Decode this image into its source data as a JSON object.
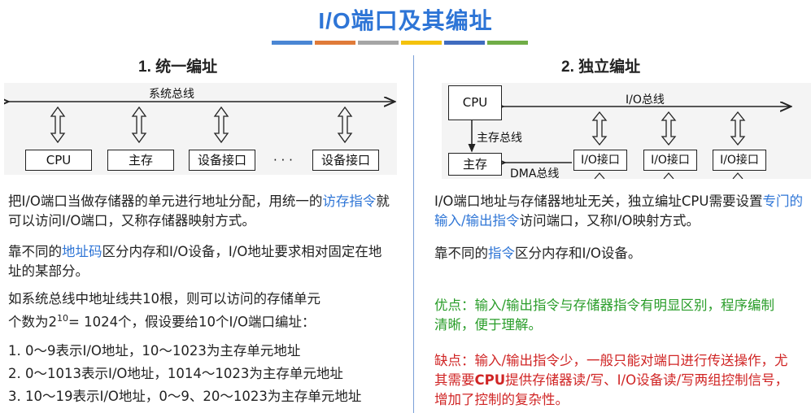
{
  "title": "I/O端口及其编址",
  "accent_colors": [
    "#4a86d4",
    "#e07b39",
    "#a5a5a5",
    "#f4c20d",
    "#3f6bbf",
    "#70ad47"
  ],
  "left": {
    "heading": "1. 统一编址",
    "diagram": {
      "bus_label": "系统总线",
      "boxes": [
        "CPU",
        "主存",
        "设备接口",
        "设备接口"
      ],
      "ellipsis": "· · ·"
    },
    "p1": {
      "a": "把I/O端口当做存储器的单元进行地址分配，用统一的",
      "b": "访存指令",
      "c": "就可以访问I/O端口，又称存储器映射方式。"
    },
    "p2": {
      "a": "靠不同的",
      "b": "地址码",
      "c": "区分内存和I/O设备，I/O地址要求相对固定在地址的某部分。"
    },
    "p3": {
      "line1": "如系统总线中地址线共10根，则可以访问的存储单元",
      "line2a": "个数为2",
      "sup": "10",
      "line2b": "= 1024个，假设要给10个I/O端口编址："
    },
    "items": [
      "1. 0～9表示I/O地址，10～1023为主存单元地址",
      "2. 0～1013表示I/O地址，1014～1023为主存单元地址",
      "3. 10～19表示I/O地址，0～9、20～1023为主存单元地址"
    ]
  },
  "right": {
    "heading": "2. 独立编址",
    "diagram": {
      "cpu": "CPU",
      "mem": "主存",
      "io_bus": "I/O总线",
      "mem_bus": "主存总线",
      "dma_bus": "DMA总线",
      "ports": [
        "I/O接口",
        "I/O接口",
        "I/O接口"
      ]
    },
    "p1": {
      "a": "I/O端口地址与存储器地址无关，独立编址CPU需要设置",
      "b": "专门的输入/输出指令",
      "c": "访问端口，又称I/O映射方式。"
    },
    "p2": {
      "a": "靠不同的",
      "b": "指令",
      "c": "区分内存和I/O设备。"
    },
    "adv": "优点：输入/输出指令与存储器指令有明显区别，程序编制清晰，便于理解。",
    "dis": {
      "a": "缺点：输入/输出指令少，一般只能对端口进行传送操作，尤其需要",
      "b": "CPU",
      "c": "提供存储器读/写、I/O设备读/写两组控制信号，增加了控制的复杂性。"
    }
  }
}
